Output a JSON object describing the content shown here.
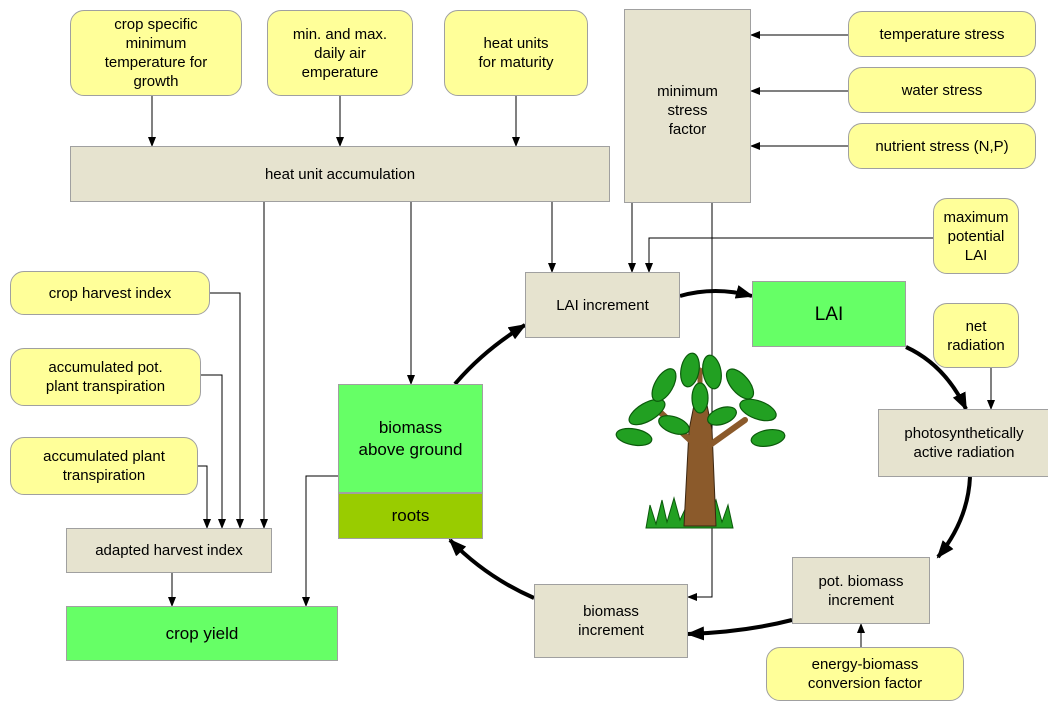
{
  "nodes": {
    "crop_min_temp": "crop specific\nminimum\ntemperature for\ngrowth",
    "min_max_air_temp": "min. and max.\ndaily air\nemperature",
    "heat_units_maturity": "heat units\nfor maturity",
    "minimum_stress_factor": "minimum\nstress\nfactor",
    "temperature_stress": "temperature stress",
    "water_stress": "water stress",
    "nutrient_stress": "nutrient stress (N,P)",
    "heat_unit_accumulation": "heat unit accumulation",
    "maximum_potential_lai": "maximum\npotential\nLAI",
    "crop_harvest_index": "crop harvest index",
    "accumulated_pot_transpiration": "accumulated pot.\nplant transpiration",
    "accumulated_plant_transpiration": "accumulated plant\ntranspiration",
    "adapted_harvest_index": "adapted harvest index",
    "crop_yield": "crop yield",
    "lai_increment": "LAI increment",
    "lai": "LAI",
    "net_radiation": "net\nradiation",
    "biomass_above_ground": "biomass\nabove ground",
    "roots": "roots",
    "photosynthetically_active_radiation": "photosynthetically\nactive radiation",
    "pot_biomass_increment": "pot. biomass\nincrement",
    "biomass_increment": "biomass\nincrement",
    "energy_biomass_conversion_factor": "energy-biomass\nconversion factor"
  },
  "colors": {
    "input": "#ffff99",
    "process": "#e6e3cf",
    "state": "#66ff66",
    "roots": "#99cc00",
    "tree_foliage": "#22a022",
    "tree_trunk": "#8b5a2b"
  },
  "icons": [
    "tree-illustration"
  ]
}
